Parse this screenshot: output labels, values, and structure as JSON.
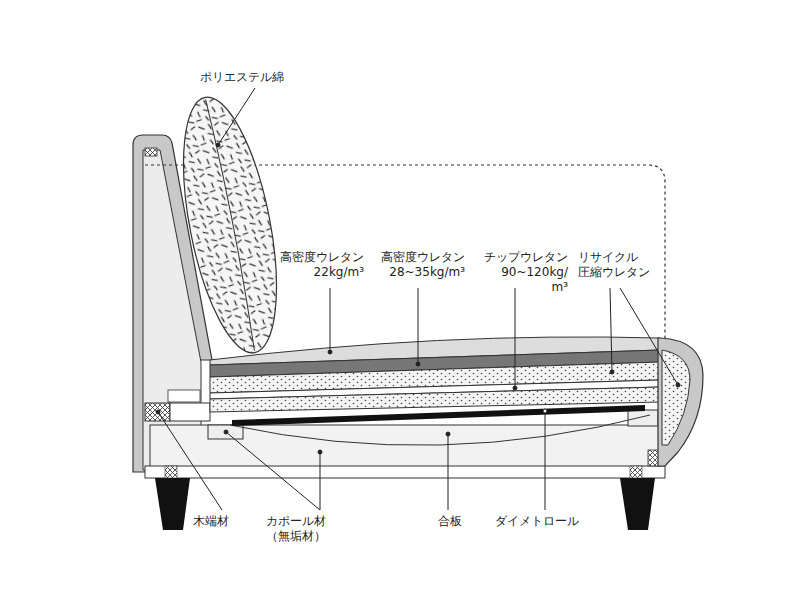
{
  "diagram": {
    "labels": [
      "ポリエステル綿",
      "高密度ウレタン 22kg/m³",
      "高密度ウレタン 28~35kg/m³",
      "チップウレタン 90~120kg/ m³",
      "リサイクル 圧縮ウレタン",
      "木端材",
      "カポール材（無垢材）",
      "合板",
      "ダイメトロール"
    ]
  }
}
